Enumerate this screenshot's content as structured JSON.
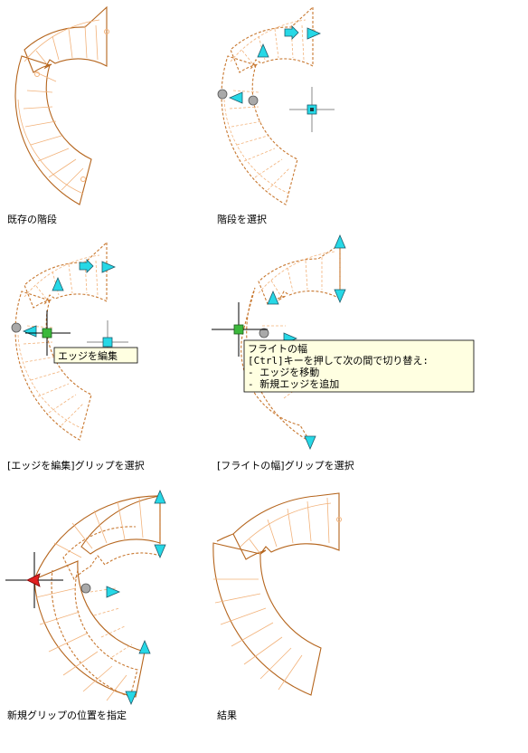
{
  "panels": [
    {
      "id": "existing-stair",
      "caption": "既存の階段"
    },
    {
      "id": "select-stair",
      "caption": "階段を選択"
    },
    {
      "id": "edit-edge-grip",
      "caption": "[エッジを編集]グリップを選択",
      "tooltip": "エッジを編集"
    },
    {
      "id": "flight-width-grip",
      "caption": "[フライトの幅]グリップを選択",
      "tooltip_lines": [
        "フライトの幅",
        "[Ctrl]キーを押して次の間で切り替え:",
        "- エッジを移動",
        "- 新規エッジを追加"
      ]
    },
    {
      "id": "new-grip-position",
      "caption": "新規グリップの位置を指定"
    },
    {
      "id": "result",
      "caption": "結果"
    }
  ],
  "colors": {
    "stair_outline": "#b5651d",
    "tread": "#f2b27a",
    "grip": "#26d8e6",
    "selected_grip": "#3cb83c",
    "active_grip": "#e02020",
    "tooltip_bg": "#ffffe1"
  }
}
